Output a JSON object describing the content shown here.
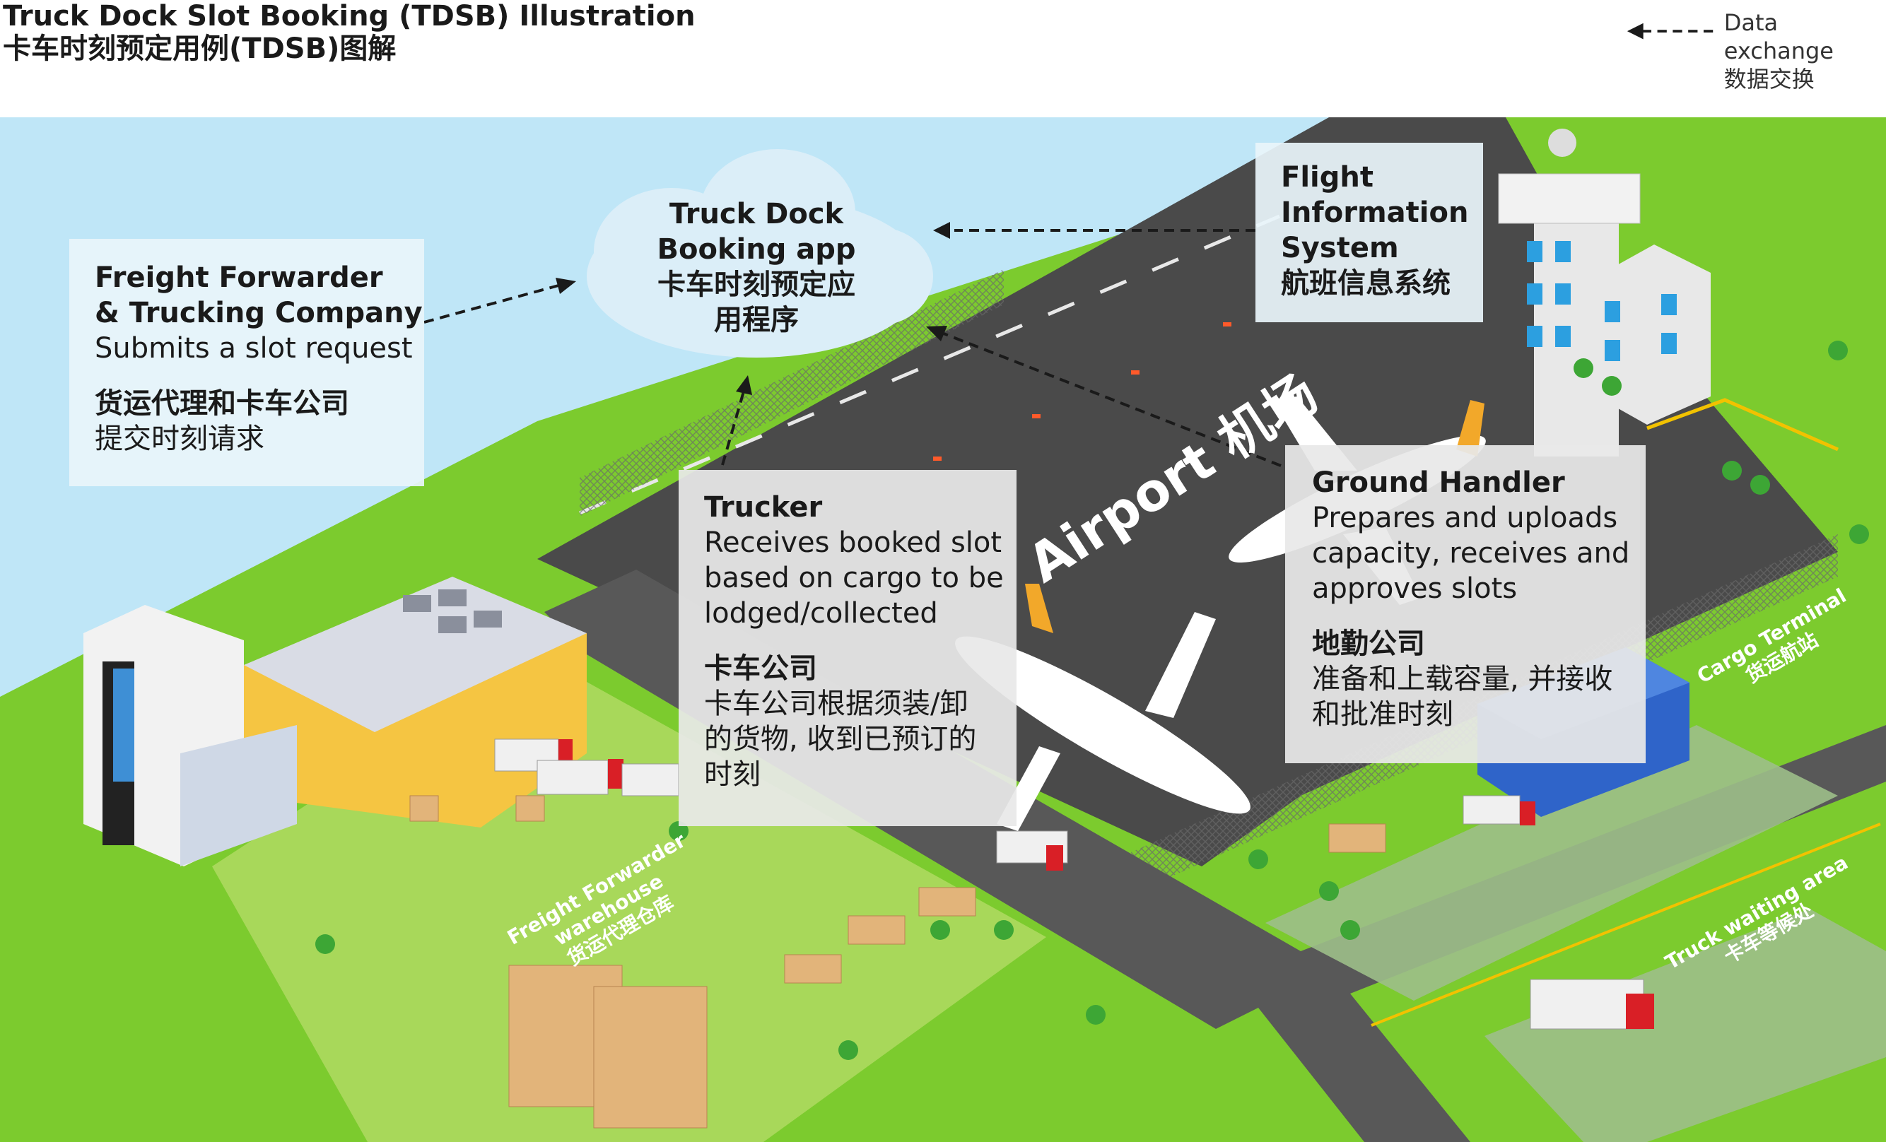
{
  "title": {
    "en": "Truck Dock Slot Booking (TDSB) Illustration",
    "zh": "卡车时刻预定用例(TDSB)图解"
  },
  "legend": {
    "en": "Data exchange",
    "zh": "数据交换"
  },
  "app": {
    "line1": "Truck Dock",
    "line2": "Booking app",
    "line3": "卡车时刻预定应",
    "line4": "用程序"
  },
  "forwarder": {
    "heading1": "Freight Forwarder",
    "heading2": "& Trucking Company",
    "desc": "Submits a slot request",
    "zh_heading": "货运代理和卡车公司",
    "zh_desc": "提交时刻请求"
  },
  "fis": {
    "line1": "Flight",
    "line2": "Information",
    "line3": "System",
    "zh": "航班信息系统"
  },
  "trucker": {
    "heading": "Trucker",
    "desc1": "Receives booked slot",
    "desc2": "based on cargo to be",
    "desc3": "lodged/collected",
    "zh_heading": "卡车公司",
    "zh_desc1": "卡车公司根据须装/卸",
    "zh_desc2": "的货物, 收到已预订的",
    "zh_desc3": "时刻"
  },
  "handler": {
    "heading": "Ground Handler",
    "desc1": "Prepares and uploads",
    "desc2": "capacity, receives and",
    "desc3": "approves slots",
    "zh_heading": "地勤公司",
    "zh_desc1": "准备和上载容量, 并接收",
    "zh_desc2": "和批准时刻"
  },
  "labels": {
    "airport": "Airport 机场",
    "cargo_terminal_en": "Cargo Terminal",
    "cargo_terminal_zh": "货运航站",
    "warehouse_1": "Freight Forwarder",
    "warehouse_2": "warehouse",
    "warehouse_zh": "货运代理仓库",
    "waiting_en": "Truck waiting area",
    "waiting_zh": "卡车等候处"
  },
  "colors": {
    "sky": "#bfe6f7",
    "grass": "#7ccb2e",
    "tarmac": "#4a4a4a",
    "road": "#585858",
    "warehouse_wall": "#f5c542",
    "arrow": "#1a1a1a"
  }
}
